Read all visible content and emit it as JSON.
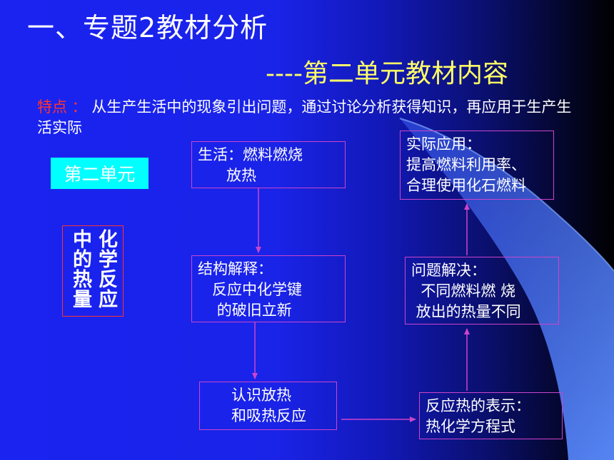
{
  "title": "一、专题2教材分析",
  "subtitle": "----第二单元教材内容",
  "features": {
    "label": "特点",
    "separator": " ： ",
    "text": "从生产生活中的现象引出问题，通过讨论分析获得知识，再应用于生产生活实际"
  },
  "unit_badge": "第二单元",
  "vertical_title": {
    "col1": "化学反应",
    "col2": "中的热量"
  },
  "flow": {
    "life": {
      "line1": "生活：燃料燃烧",
      "line2": "      放热"
    },
    "structure": {
      "line1": "结构解释：",
      "line2": "   反应中化学键",
      "line3": "    的破旧立新"
    },
    "recognize": {
      "line1": "认识放热",
      "line2": "和吸热反应"
    },
    "application": {
      "line1": "实际应用：",
      "line2": "提高燃料利用率、",
      "line3": "合理使用化石燃料"
    },
    "problem": {
      "line1": "问题解决：",
      "line2": "  不同燃料燃 烧",
      "line3": " 放出的热量不同"
    },
    "expression": {
      "line1": "反应热的表示：",
      "line2": "热化学方程式"
    }
  },
  "colors": {
    "title": "#ffffff",
    "subtitle": "#ffff66",
    "label": "#ff3333",
    "badge_bg": "#00ffff",
    "box_border": "#cc44cc"
  }
}
